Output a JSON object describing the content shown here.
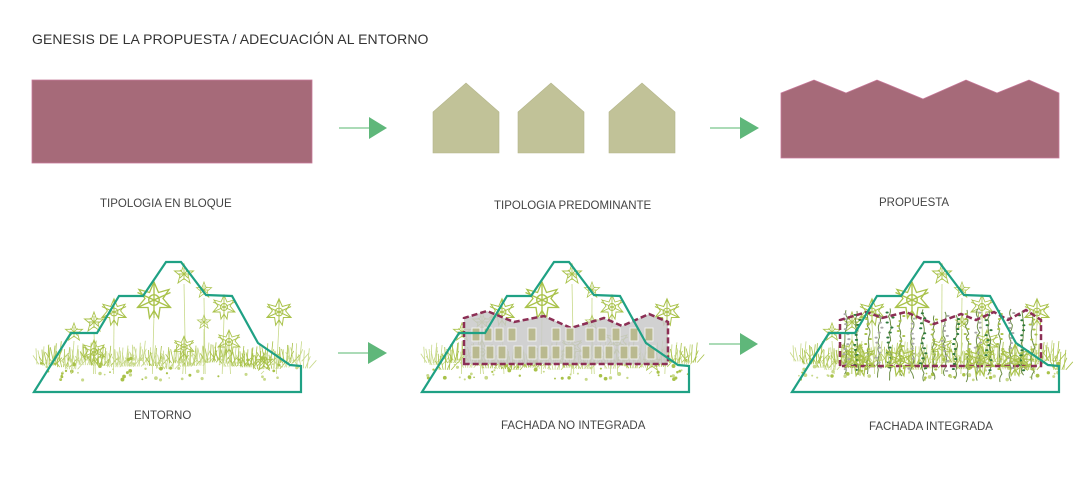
{
  "title": "GENESIS DE LA PROPUESTA / ADECUACIÓN AL ENTORNO",
  "colors": {
    "block": "#a66a79",
    "block_stroke": "#c77a9a",
    "house": "#c1c298",
    "arrow": "#5fb77a",
    "mountain_outline": "#1fa184",
    "vegetation": "#a9c24a",
    "vegetation_light": "#c8d98a",
    "facade_dash": "#8c2f55",
    "facade_fill": "#c9c9c9",
    "window_fill": "#b9b98f",
    "vine_dark": "#2f7a3c",
    "vine_gray": "#aaaaaa"
  },
  "top_row": [
    {
      "id": "bloque",
      "label": "TIPOLOGIA EN BLOQUE",
      "shape": "rectangle"
    },
    {
      "id": "predominante",
      "label": "TIPOLOGIA PREDOMINANTE",
      "shape": "three-gabled-houses"
    },
    {
      "id": "propuesta",
      "label": "PROPUESTA",
      "shape": "sawtooth-block"
    }
  ],
  "bottom_row": [
    {
      "id": "entorno",
      "label": "ENTORNO",
      "content": "mountain-with-vegetation"
    },
    {
      "id": "no-integrada",
      "label": "FACHADA NO INTEGRADA",
      "content": "gray-facade-with-windows"
    },
    {
      "id": "integrada",
      "label": "FACHADA INTEGRADA",
      "content": "green-facade-with-vines"
    }
  ],
  "arrows": [
    {
      "from": "bloque",
      "to": "predominante"
    },
    {
      "from": "predominante",
      "to": "propuesta"
    },
    {
      "from": "entorno",
      "to": "no-integrada"
    },
    {
      "from": "no-integrada",
      "to": "integrada"
    }
  ]
}
